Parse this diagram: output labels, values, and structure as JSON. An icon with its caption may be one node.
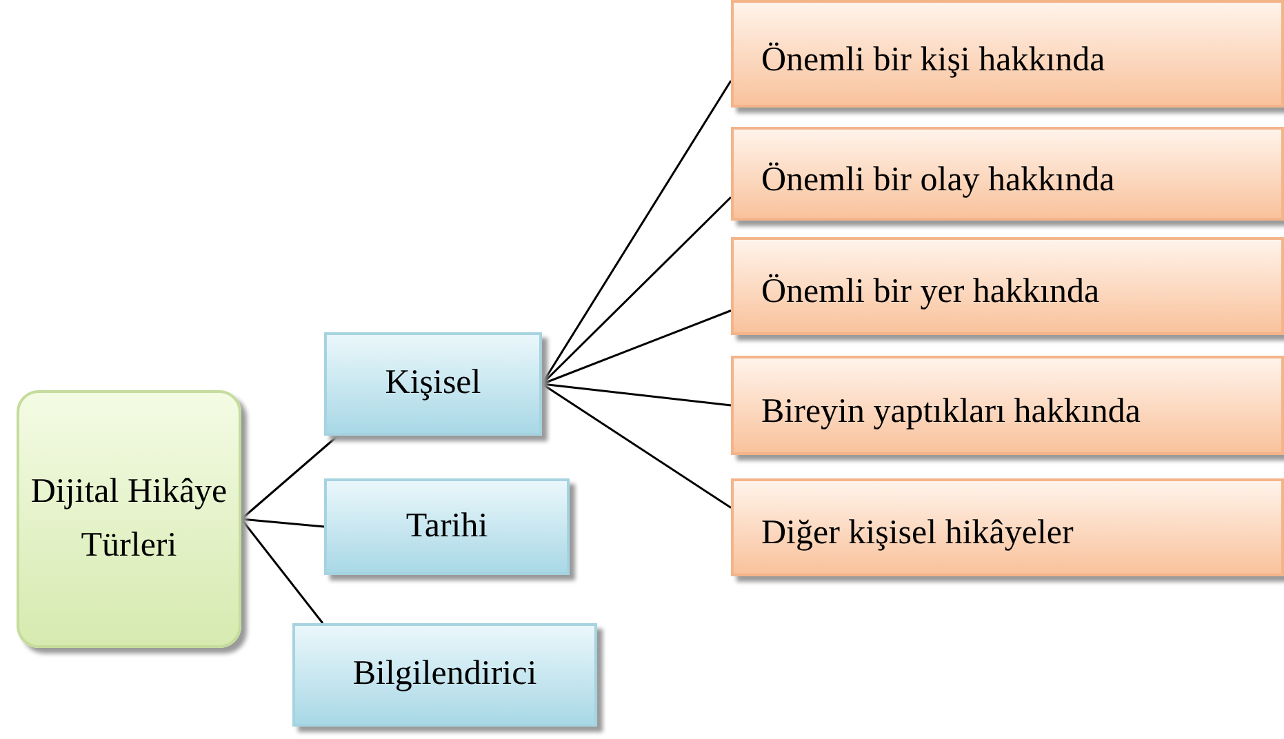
{
  "diagram": {
    "nodes": [
      {
        "text": [
          "Dijital Hikâye Türleri"
        ]
      },
      {
        "text": [
          "Kişisel"
        ]
      },
      {
        "text": [
          "Tarihi"
        ]
      },
      {
        "text": [
          "Bilgilendirici"
        ]
      },
      {
        "text": [
          "Önemli bir kişi hakkında"
        ]
      },
      {
        "text": [
          "Önemli bir olay hakkında"
        ]
      },
      {
        "text": [
          "Önemli bir yer hakkında"
        ]
      },
      {
        "text": [
          "Bireyin yaptıkları hakkında"
        ]
      },
      {
        "text": [
          "Diğer kişisel hikâyeler"
        ]
      }
    ],
    "edges": [
      {
        "from": 0,
        "to": 1,
        "arrow": "none"
      },
      {
        "from": 0,
        "to": 2,
        "arrow": "none"
      },
      {
        "from": 0,
        "to": 3,
        "arrow": "none"
      },
      {
        "from": 1,
        "to": 4,
        "arrow": "none"
      },
      {
        "from": 1,
        "to": 5,
        "arrow": "none"
      },
      {
        "from": 1,
        "to": 6,
        "arrow": "none"
      },
      {
        "from": 1,
        "to": 7,
        "arrow": "none"
      },
      {
        "from": 1,
        "to": 8,
        "arrow": "none"
      }
    ]
  }
}
